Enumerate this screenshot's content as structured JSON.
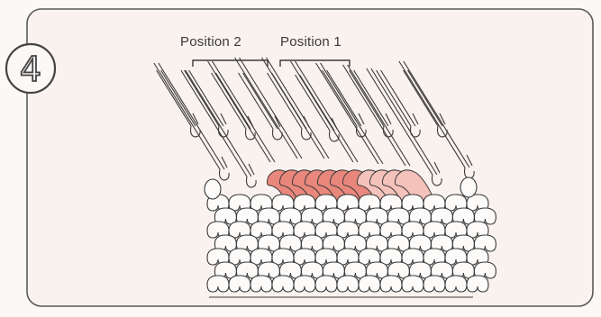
{
  "step": {
    "number": "4"
  },
  "labels": {
    "position_2": "Position 2",
    "position_1": "Position 1"
  },
  "colors": {
    "background": "#fbf8f6",
    "panel_fill": "#f8f0ec",
    "line": "#3b3b3b",
    "knitted_loop_pink": "#e9877c",
    "knitted_loop_light_pink": "#f4c2ba"
  }
}
